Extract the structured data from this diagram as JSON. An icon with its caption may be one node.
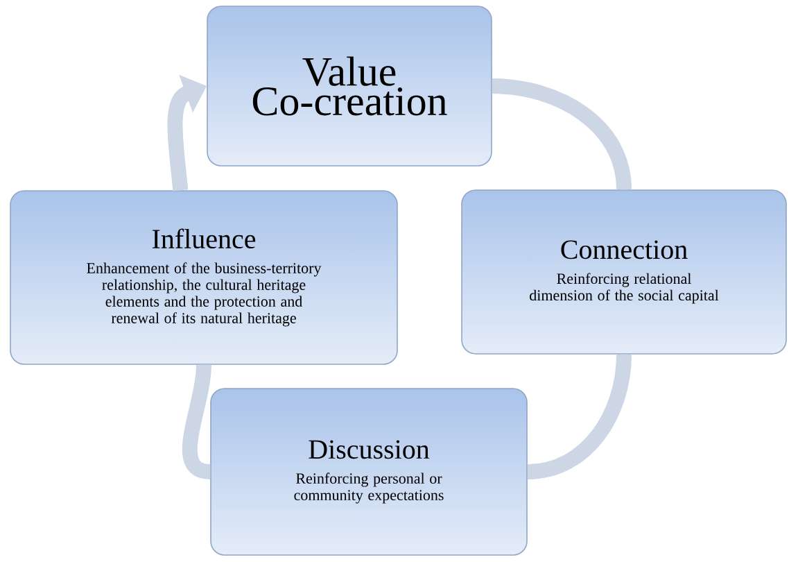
{
  "diagram": {
    "nodes": [
      {
        "text": [
          "Value Co-creation"
        ]
      },
      {
        "text": [
          "Connection",
          "Reinforcing relational dimension of the social capital"
        ]
      },
      {
        "text": [
          "Discussion",
          "Reinforcing personal or community expectations"
        ]
      },
      {
        "text": [
          "Influence",
          "Enhancement of the business-territory relationship, the cultural heritage elements and the protection and renewal of its natural heritage"
        ]
      }
    ],
    "edges": [
      {
        "from": 0,
        "to": 1,
        "arrow": "none"
      },
      {
        "from": 1,
        "to": 2,
        "arrow": "none"
      },
      {
        "from": 2,
        "to": 3,
        "arrow": "none"
      },
      {
        "from": 3,
        "to": 0,
        "arrow": "to"
      }
    ]
  }
}
